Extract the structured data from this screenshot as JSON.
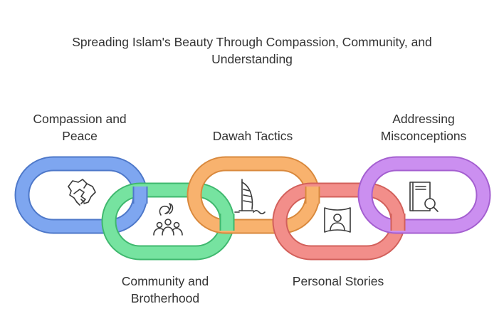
{
  "title": "Spreading Islam's Beauty Through Compassion, Community, and Understanding",
  "links": [
    {
      "label": "Compassion and Peace",
      "icon": "handshake-icon",
      "color": "#7EA6F0"
    },
    {
      "label": "Community and Brotherhood",
      "icon": "community-icon",
      "color": "#76E3A0"
    },
    {
      "label": "Dawah Tactics",
      "icon": "burj-al-arab-icon",
      "color": "#F8B26E"
    },
    {
      "label": "Personal Stories",
      "icon": "personal-story-icon",
      "color": "#F28E8A"
    },
    {
      "label": "Addressing Misconceptions",
      "icon": "book-search-icon",
      "color": "#CB8FF0"
    }
  ]
}
